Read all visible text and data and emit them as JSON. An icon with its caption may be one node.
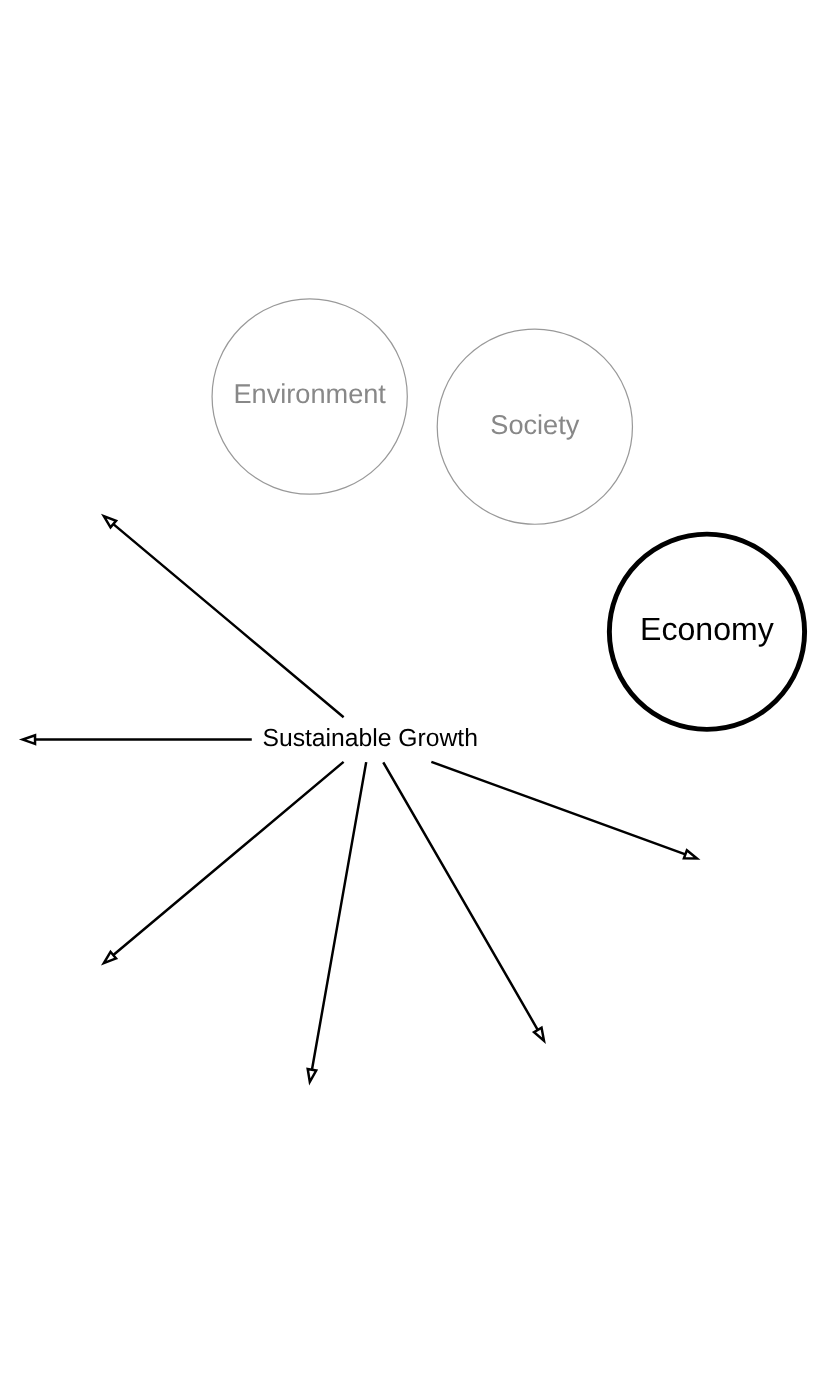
{
  "diagram": {
    "nodes": [
      {
        "text": [
          "Economy"
        ]
      },
      {
        "text": [
          "Society"
        ]
      },
      {
        "text": [
          "Environment"
        ]
      },
      {
        "text": [
          "Sustainable Growth"
        ]
      }
    ],
    "edges": [
      {
        "from": 3,
        "to": null,
        "arrow": "to"
      },
      {
        "from": 3,
        "to": null,
        "arrow": "to"
      },
      {
        "from": 3,
        "to": null,
        "arrow": "to"
      },
      {
        "from": 3,
        "to": null,
        "arrow": "to"
      },
      {
        "from": 3,
        "to": null,
        "arrow": "to"
      },
      {
        "from": 3,
        "to": null,
        "arrow": "to"
      }
    ]
  }
}
